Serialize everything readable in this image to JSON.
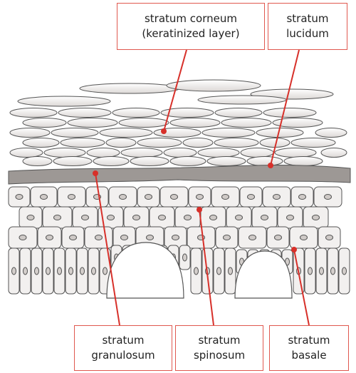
{
  "labels": {
    "corneum": {
      "line1": "stratum corneum",
      "line2": "(keratinized layer)"
    },
    "lucidum": {
      "line1": "stratum",
      "line2": "lucidum"
    },
    "granulosum": {
      "line1": "stratum",
      "line2": "granulosum"
    },
    "spinosum": {
      "line1": "stratum",
      "line2": "spinosum"
    },
    "basale": {
      "line1": "stratum",
      "line2": "basale"
    }
  },
  "colors": {
    "leader": "#d7302a",
    "box_border": "#e0584f",
    "outline": "#555555",
    "cell_fill": "#f2f0ef",
    "granular_fill": "#9d9895"
  }
}
